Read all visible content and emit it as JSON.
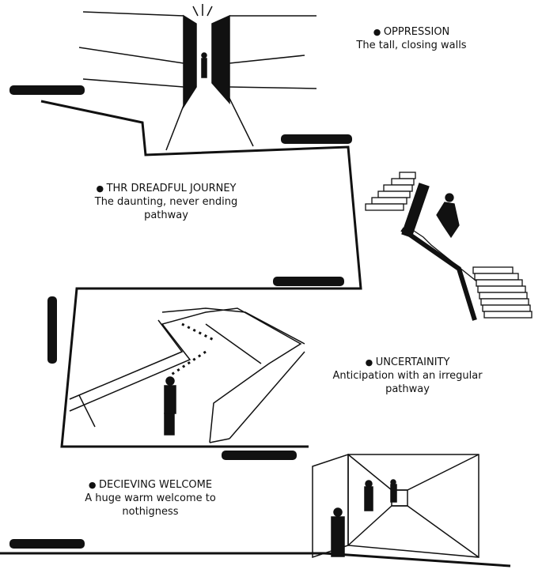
{
  "captions": [
    {
      "title": "OPPRESSION",
      "text": "The tall, closing walls"
    },
    {
      "title": "THR DREADFUL JOURNEY",
      "text": "The daunting, never ending pathway"
    },
    {
      "title": "UNCERTAINITY",
      "text": "Anticipation with an irregular pathway"
    },
    {
      "title": "DECIEVING WELCOME",
      "text": "A huge warm welcome to nothigness"
    }
  ],
  "colors": {
    "ink": "#111111",
    "background": "#ffffff"
  }
}
